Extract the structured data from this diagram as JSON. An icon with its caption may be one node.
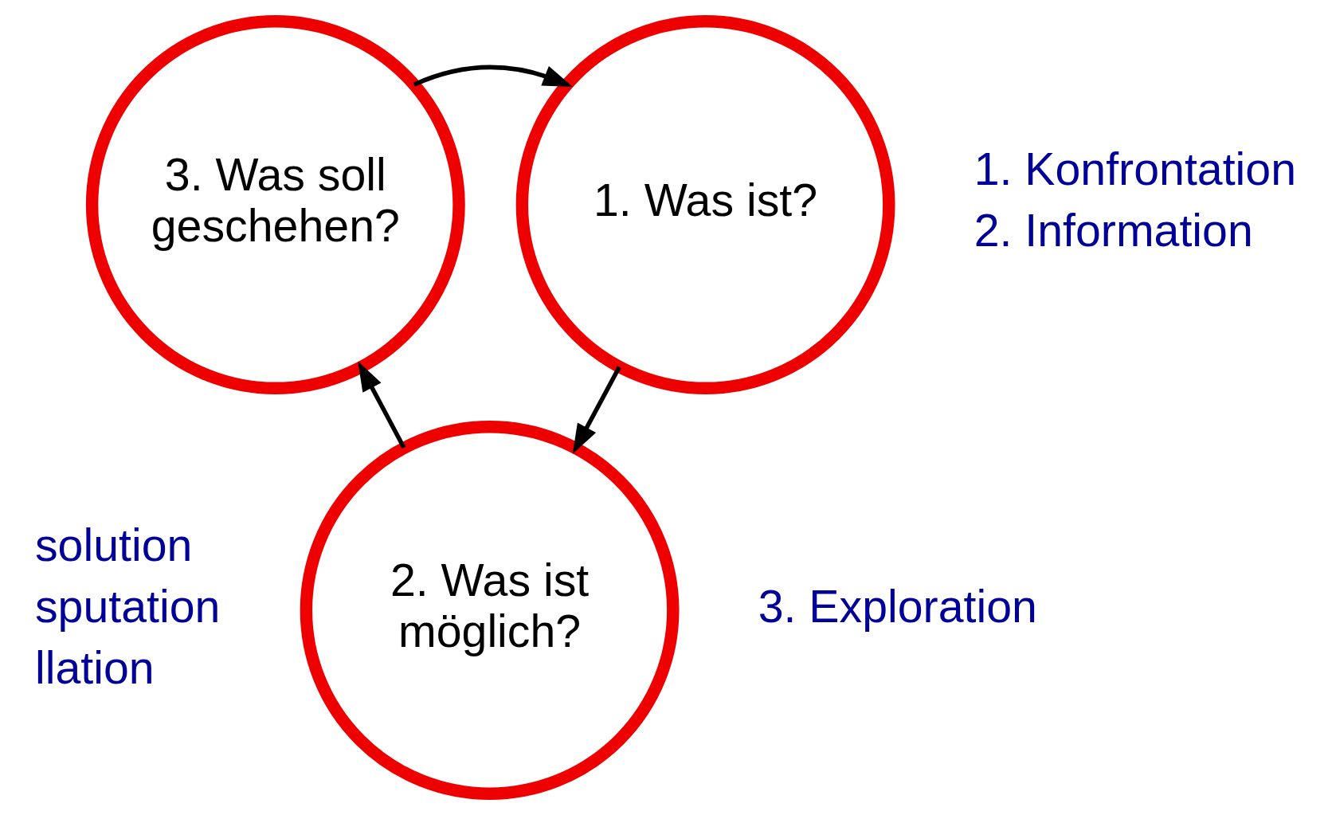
{
  "diagram": {
    "nodes": [
      {
        "text": [
          "1. Was ist?"
        ],
        "beside": [
          "1. Konfrontation",
          "2. Information"
        ]
      },
      {
        "text": [
          "2. Was ist möglich?"
        ],
        "beside": [
          "3. Exploration"
        ]
      },
      {
        "text": [
          "3. Was soll geschehen?"
        ],
        "beside": [
          "solution",
          "sputation",
          "llation"
        ]
      }
    ],
    "edges": [
      {
        "from": 2,
        "to": 0,
        "arrow": "to"
      },
      {
        "from": 0,
        "to": 1,
        "arrow": "to"
      },
      {
        "from": 1,
        "to": 2,
        "arrow": "to"
      }
    ]
  }
}
